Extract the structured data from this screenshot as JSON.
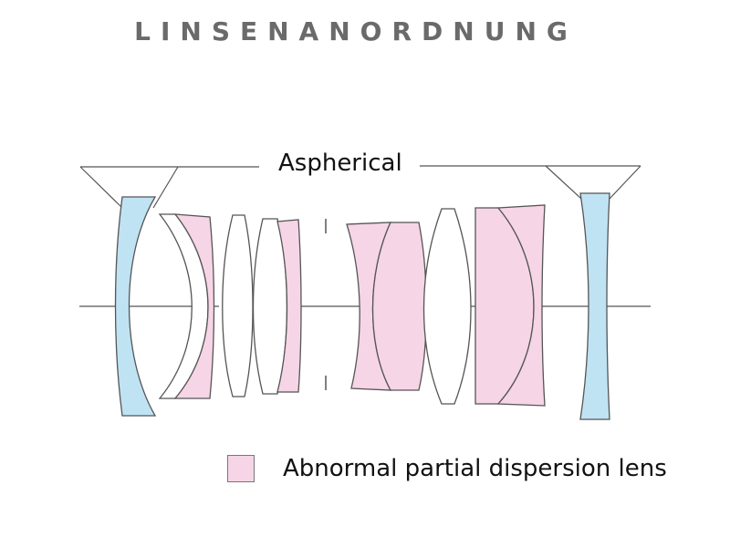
{
  "title": "LINSENANORDNUNG",
  "labels": {
    "aspherical": "Aspherical"
  },
  "legend": {
    "text": "Abnormal partial dispersion lens"
  },
  "colors": {
    "aspherical_fill": "#bfe3f3",
    "apd_fill": "#f6d5e6",
    "normal_fill": "#ffffff",
    "outline": "#555555",
    "title_text": "#6a6a6a"
  }
}
